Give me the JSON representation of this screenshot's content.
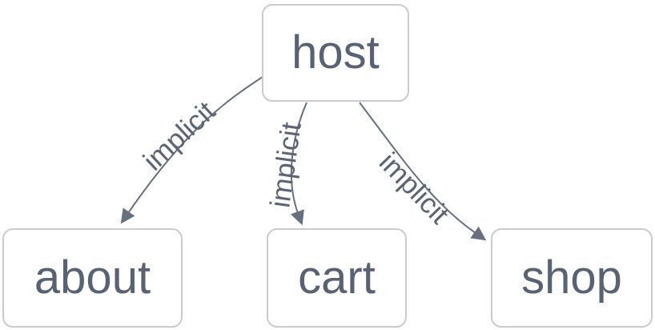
{
  "diagram": {
    "type": "flowchart",
    "direction": "top-down",
    "nodes": [
      {
        "id": "host",
        "label": "host",
        "shape": "rounded-rectangle"
      },
      {
        "id": "about",
        "label": "about",
        "shape": "rounded-rectangle"
      },
      {
        "id": "cart",
        "label": "cart",
        "shape": "rounded-rectangle"
      },
      {
        "id": "shop",
        "label": "shop",
        "shape": "rounded-rectangle"
      }
    ],
    "edges": [
      {
        "from": "host",
        "to": "about",
        "label": "implicit",
        "arrow": "filled-triangle"
      },
      {
        "from": "host",
        "to": "cart",
        "label": "implicit",
        "arrow": "filled-triangle"
      },
      {
        "from": "host",
        "to": "shop",
        "label": "implicit",
        "arrow": "filled-triangle"
      }
    ],
    "colors": {
      "background": "#ffffff",
      "node_fill": "#ffffff",
      "node_border": "#c9cbd0",
      "node_text": "#596273",
      "edge": "#687080",
      "label_text": "#5c6474"
    }
  }
}
